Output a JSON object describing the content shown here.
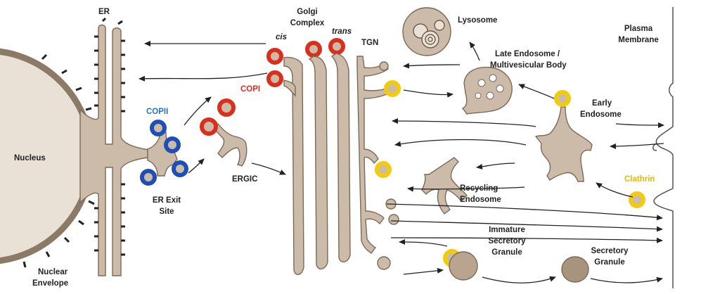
{
  "labels": {
    "er": "ER",
    "nucleus": "Nucleus",
    "nuclear_envelope": [
      "Nuclear",
      "Envelope"
    ],
    "copii": "COPII",
    "er_exit_site": [
      "ER Exit",
      "Site"
    ],
    "copi": "COPI",
    "ergic": "ERGIC",
    "golgi_complex": [
      "Golgi",
      "Complex"
    ],
    "cis": "cis",
    "trans": "trans",
    "tgn": "TGN",
    "lysosome": "Lysosome",
    "late_endosome": [
      "Late Endosome /",
      "Multivesicular Body"
    ],
    "early_endosome": [
      "Early",
      "Endosome"
    ],
    "clathrin": "Clathrin",
    "recycling_endosome": [
      "Recycling",
      "Endosome"
    ],
    "immature_secretory_granule": [
      "Immature",
      "Secretory",
      "Granule"
    ],
    "secretory_granule": [
      "Secretory",
      "Granule"
    ],
    "plasma_membrane": [
      "Plasma",
      "Membrane"
    ]
  },
  "colors": {
    "organelle_fill": "#cbbba8",
    "organelle_stroke": "#7b6a57",
    "copii_coat": "#1f4fb5",
    "copi_coat": "#d9301e",
    "clathrin_coat": "#f2cc0c",
    "copii_label": "#2a6fd6",
    "copi_label": "#d9301e",
    "clathrin_label": "#e6b800"
  }
}
